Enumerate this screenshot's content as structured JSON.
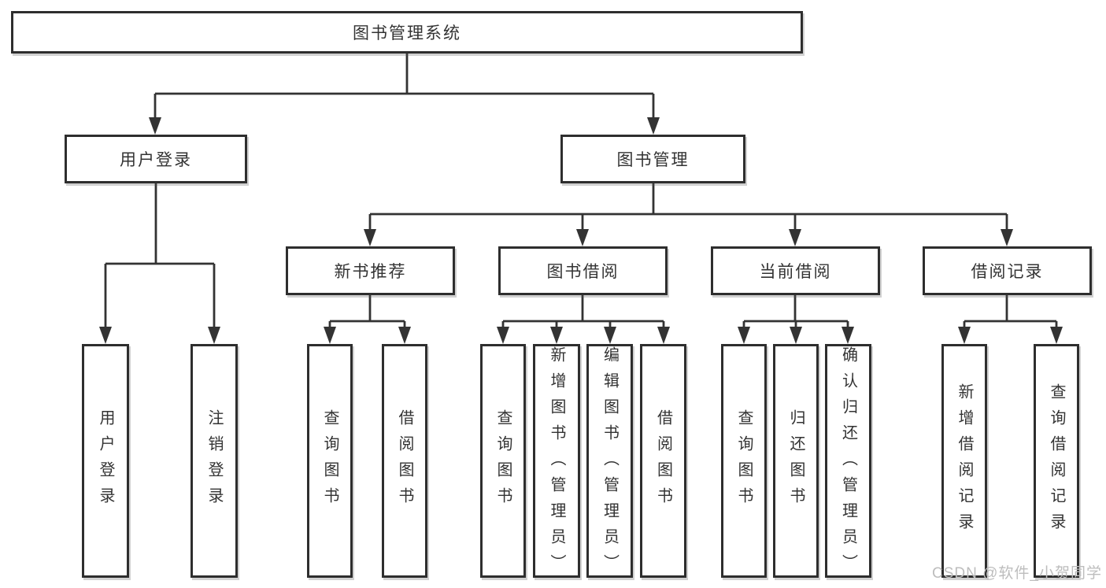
{
  "tree": {
    "root": {
      "label": "图书管理系统"
    },
    "branches": [
      {
        "label": "用户登录",
        "children": [
          {
            "label": "用户登录"
          },
          {
            "label": "注销登录"
          }
        ]
      },
      {
        "label": "图书管理",
        "children": [
          {
            "label": "新书推荐",
            "children": [
              {
                "label": "查询图书"
              },
              {
                "label": "借阅图书"
              }
            ]
          },
          {
            "label": "图书借阅",
            "children": [
              {
                "label": "查询图书"
              },
              {
                "label": "新增图书（管理员）"
              },
              {
                "label": "编辑图书（管理员）"
              },
              {
                "label": "借阅图书"
              }
            ]
          },
          {
            "label": "当前借阅",
            "children": [
              {
                "label": "查询图书"
              },
              {
                "label": "归还图书"
              },
              {
                "label": "确认归还（管理员）"
              }
            ]
          },
          {
            "label": "借阅记录",
            "children": [
              {
                "label": "新增借阅记录"
              },
              {
                "label": "查询借阅记录"
              }
            ]
          }
        ]
      }
    ]
  },
  "colors": {
    "line": "#333333",
    "box_border": "#2e2e2e",
    "box_background": "#ffffff",
    "text": "#333333",
    "watermark": "#bdbdbd"
  },
  "watermark": {
    "text": "CSDN @软件_小贺同学"
  }
}
